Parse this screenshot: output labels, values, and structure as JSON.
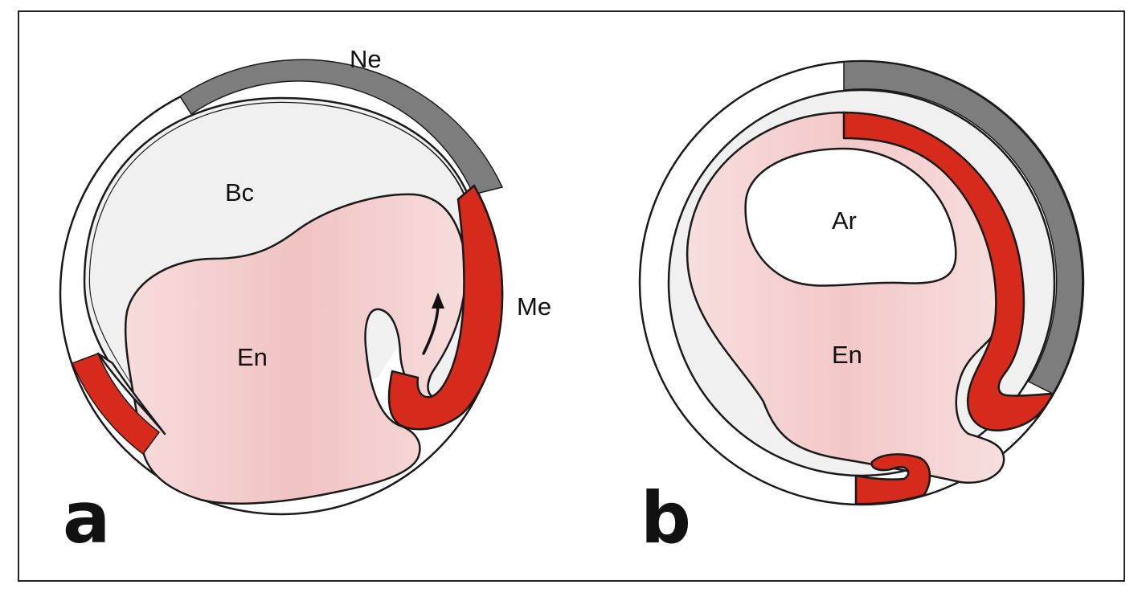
{
  "panels": [
    {
      "letter": "a",
      "labels": {
        "ne": "Ne",
        "bc": "Bc",
        "me": "Me",
        "en": "En"
      }
    },
    {
      "letter": "b",
      "labels": {
        "ar": "Ar",
        "en": "En"
      }
    }
  ],
  "colors": {
    "neural_ectoderm": "#7d7d7d",
    "mesoderm": "#d62a1c",
    "endoderm": "#f4cccc",
    "blastocoel": "#f0f0f0",
    "background": "#ffffff",
    "outline": "#1a1a1a"
  },
  "icons": [
    "arrow-icon"
  ]
}
